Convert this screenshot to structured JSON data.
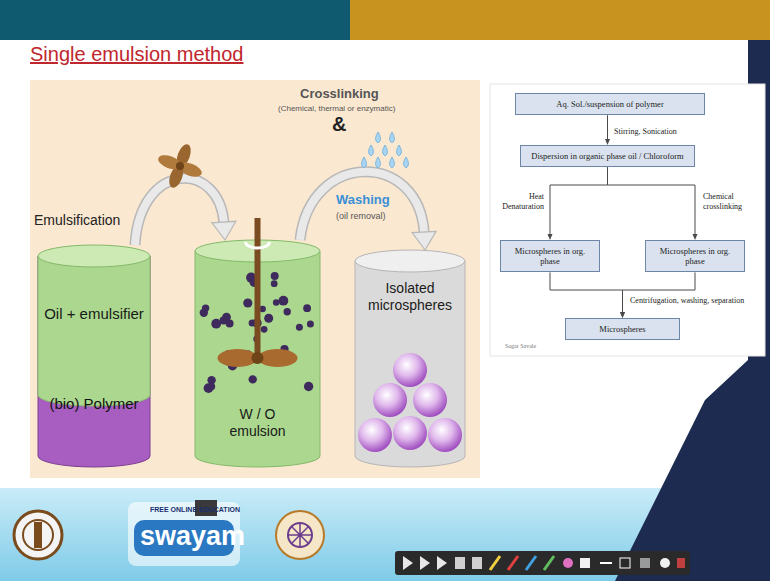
{
  "diagram": {
    "title": "Single emulsion method",
    "nodes": [
      {
        "text": [
          "Oil + emulsifier",
          "(bio) Polymer"
        ]
      },
      {
        "text": [
          "W / O emulsion"
        ]
      },
      {
        "text": [
          "Isolated microspheres"
        ]
      },
      {
        "text": [
          "Aq. Sol./suspension of polymer"
        ]
      },
      {
        "text": [
          "Dispersion in organic phase oil / Chloroform"
        ]
      },
      {
        "text": [
          "Microspheres in org. phase"
        ]
      },
      {
        "text": [
          "Microspheres in org. phase"
        ]
      },
      {
        "text": [
          "Microspheres"
        ]
      }
    ],
    "edges": [
      {
        "from": 0,
        "to": 1,
        "arrow": "to",
        "label": "Emulsification"
      },
      {
        "from": 1,
        "to": 2,
        "arrow": "to"
      },
      {
        "from": 3,
        "to": 4,
        "arrow": "to",
        "label": "Stirring, Sonication"
      },
      {
        "from": 4,
        "to": 5,
        "arrow": "to",
        "label": "Heat Denaturation"
      },
      {
        "from": 4,
        "to": 6,
        "arrow": "to",
        "label": "Chemical crosslinking"
      },
      {
        "from": 5,
        "to": 7,
        "arrow": "to",
        "label": "Centrifugation, washing, separation"
      },
      {
        "from": 6,
        "to": 7,
        "arrow": "to"
      }
    ],
    "labels": [
      "Crosslinking",
      "(Chemical, thermal or enzymatic)",
      "&",
      "Washing",
      "(oil removal)",
      "Sagar Savale",
      "FREE ONLINE EDUCATION",
      "swayam"
    ]
  }
}
